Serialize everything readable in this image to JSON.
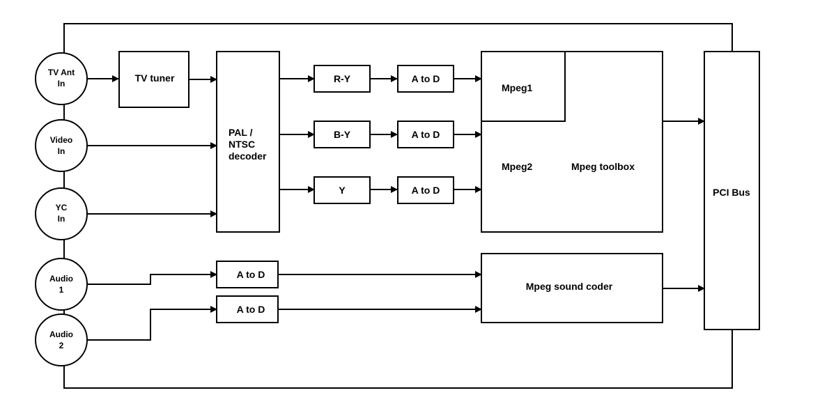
{
  "inputs": {
    "tv_ant": [
      "TV Ant",
      "In"
    ],
    "video": [
      "Video",
      "In"
    ],
    "yc": [
      "YC",
      "In"
    ],
    "audio1": [
      "Audio",
      "1"
    ],
    "audio2": [
      "Audio",
      "2"
    ]
  },
  "blocks": {
    "tv_tuner": "TV tuner",
    "decoder": [
      "PAL /",
      "NTSC",
      "decoder"
    ],
    "r_y": "R-Y",
    "b_y": "B-Y",
    "y": "Y",
    "adc_ry": "A to D",
    "adc_by": "A to D",
    "adc_y": "A to D",
    "adc_audio1": "A to D",
    "adc_audio2": "A to D",
    "mpeg1": "Mpeg1",
    "mpeg2": "Mpeg2",
    "mpeg_toolbox": "Mpeg toolbox",
    "sound_coder": "Mpeg sound coder",
    "pci_bus": "PCI Bus"
  }
}
